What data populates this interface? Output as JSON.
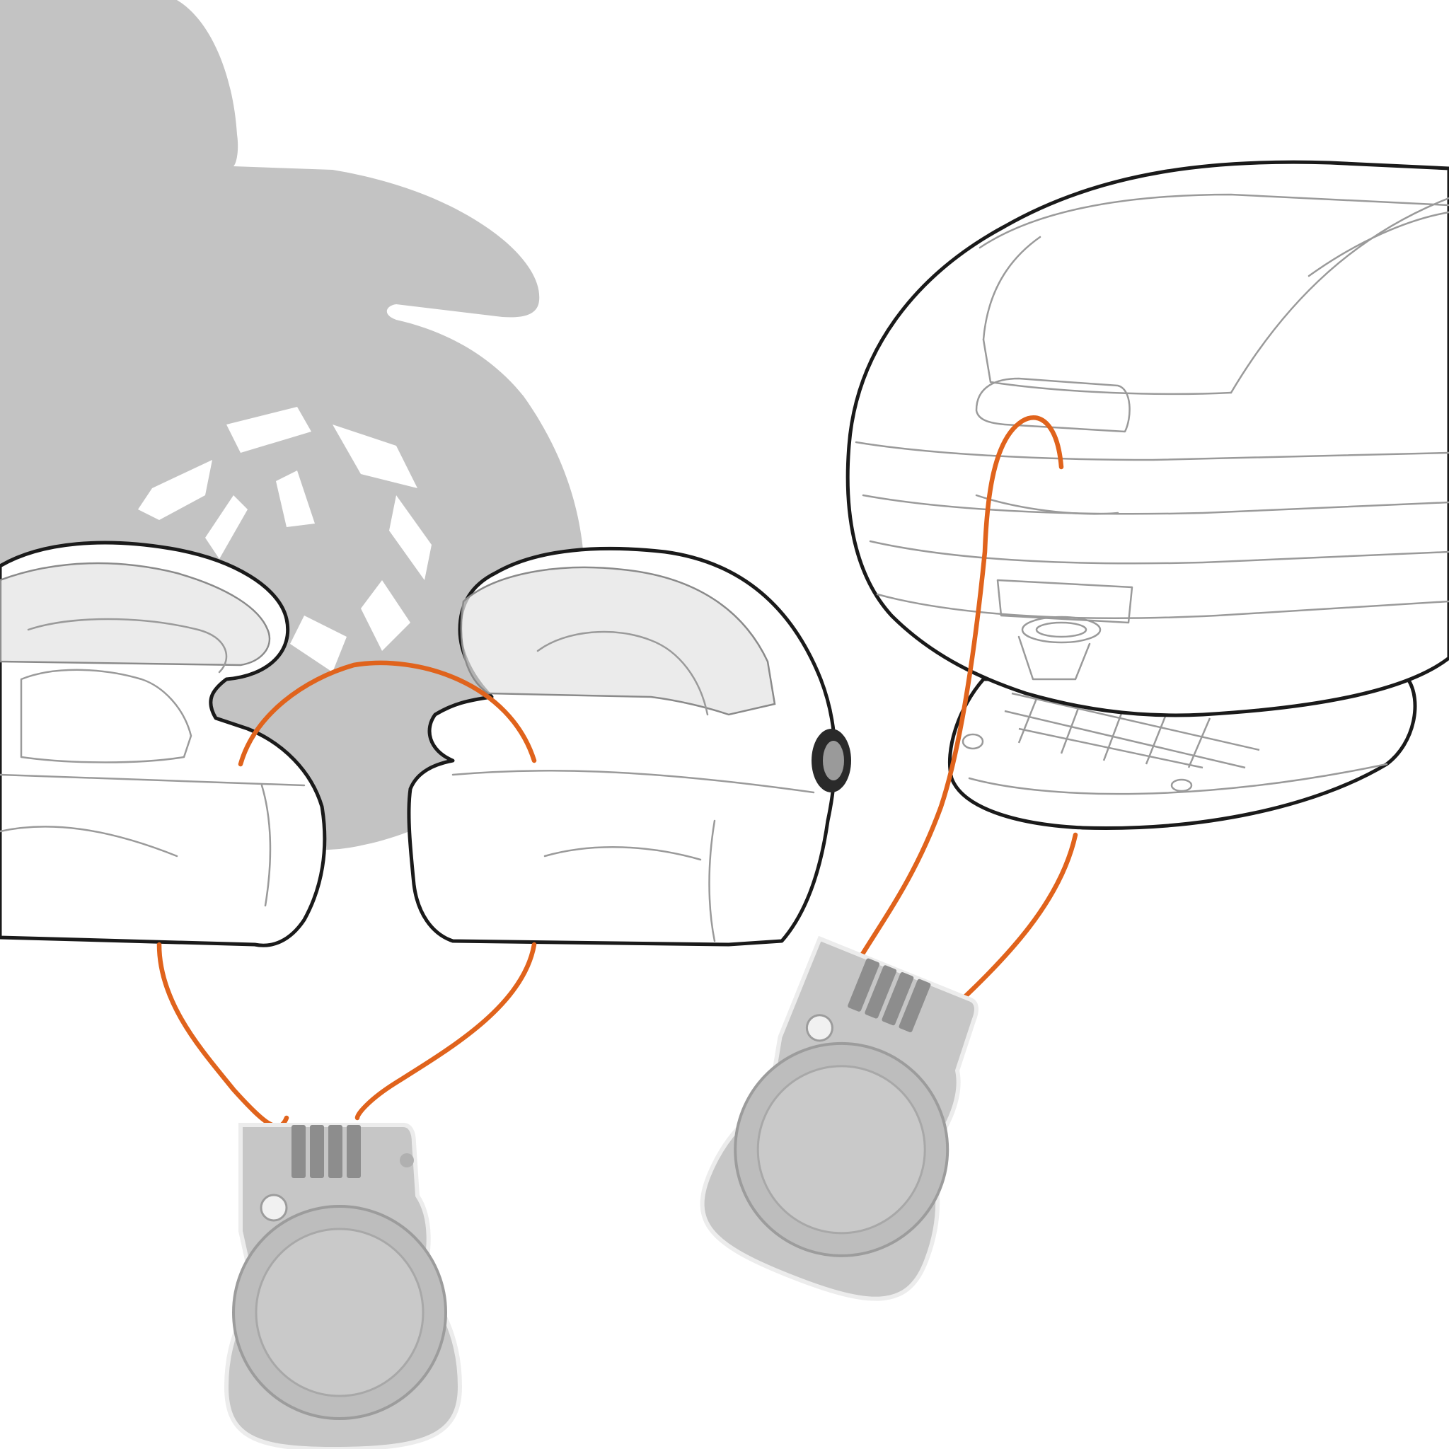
{
  "colors": {
    "background": "#ffffff",
    "silhouette": "#c3c3c3",
    "cable": "#e0631c",
    "outline": "#1a1a1a",
    "detail_line": "#9a9a9a",
    "lock_grey": "#c6c6c6"
  },
  "objects": [
    "motorcycle-silhouette",
    "left-helmet",
    "right-helmet",
    "top-case",
    "cable-lock-left",
    "cable-lock-right"
  ]
}
